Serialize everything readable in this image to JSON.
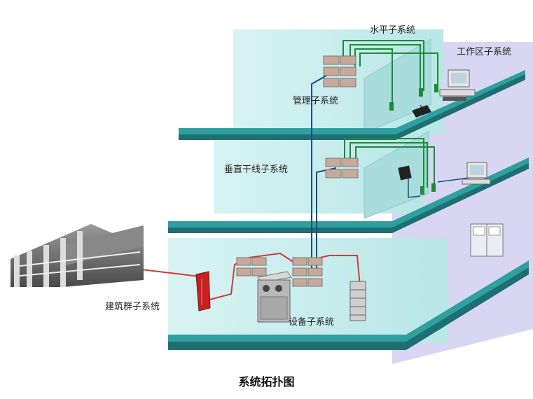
{
  "labels": {
    "horizontal": "水平子系统",
    "work_area": "工作区子系统",
    "admin": "管理子系统",
    "backbone": "垂直干线子系统",
    "campus": "建筑群子系统",
    "equipment": "设备子系统"
  },
  "caption": "系统拓扑图",
  "colors": {
    "background_wall": "#c6eeee",
    "floor_top": "#2f9f9f",
    "floor_edge": "#1d6f72",
    "cable_green": "#1e8a3a",
    "cable_blue": "#1c4d7a",
    "cable_red": "#d23a3a",
    "lavender": "#d8d6f2"
  }
}
